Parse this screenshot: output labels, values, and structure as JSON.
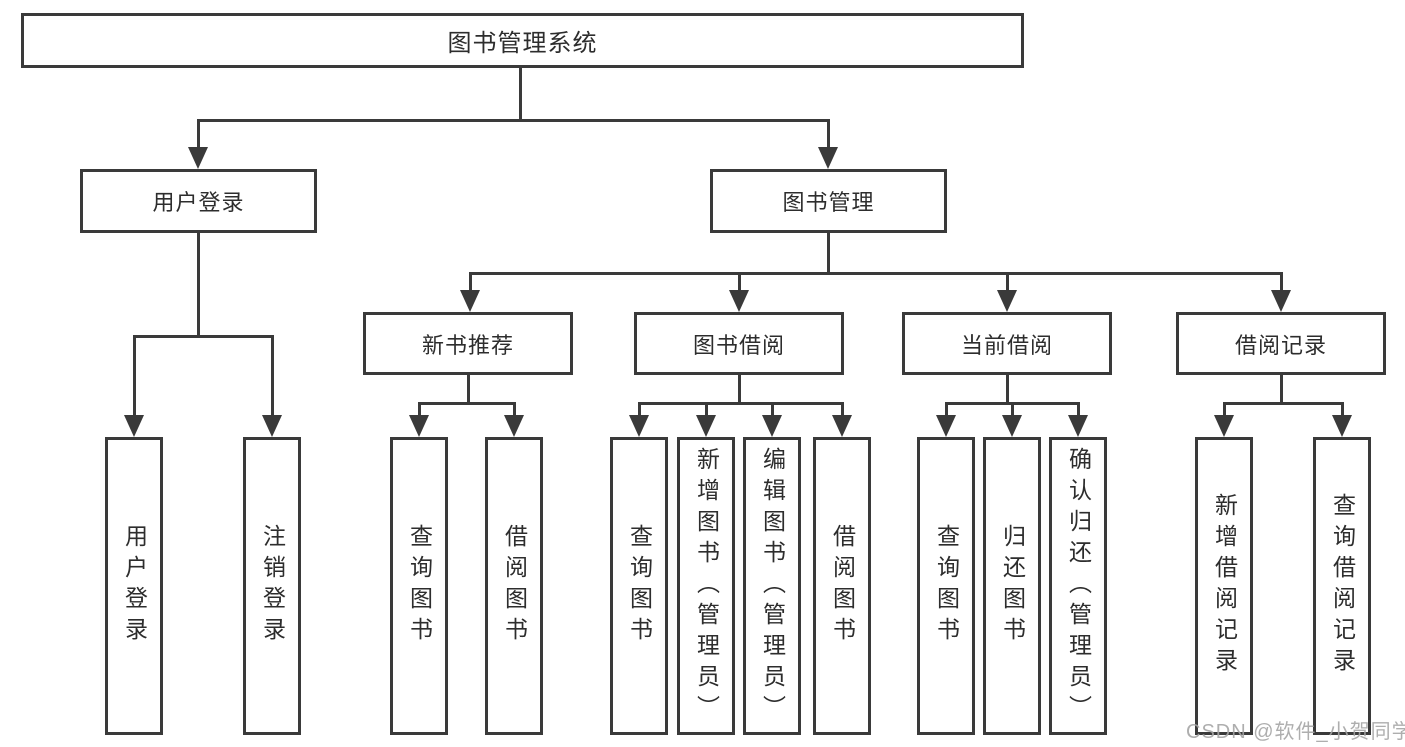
{
  "root": {
    "label": "图书管理系统"
  },
  "level2": {
    "user_login": "用户登录",
    "book_mgmt": "图书管理"
  },
  "level3": {
    "new_book": "新书推荐",
    "book_borrow": "图书借阅",
    "current_borrow": "当前借阅",
    "borrow_record": "借阅记录"
  },
  "leaves": {
    "user_login": [
      "用户登录",
      "注销登录"
    ],
    "new_book": [
      "查询图书",
      "借阅图书"
    ],
    "book_borrow": [
      "查询图书",
      "新增图书（管理员）",
      "编辑图书（管理员）",
      "借阅图书"
    ],
    "current_borrow": [
      "查询图书",
      "归还图书",
      "确认归还（管理员）"
    ],
    "borrow_record": [
      "新增借阅记录",
      "查询借阅记录"
    ]
  },
  "watermark": "CSDN @软件_小贺同学",
  "colors": {
    "line": "#3a3a3a",
    "text": "#2d2d2d",
    "box_bg": "#ffffff",
    "watermark": "#a5a5a5"
  }
}
